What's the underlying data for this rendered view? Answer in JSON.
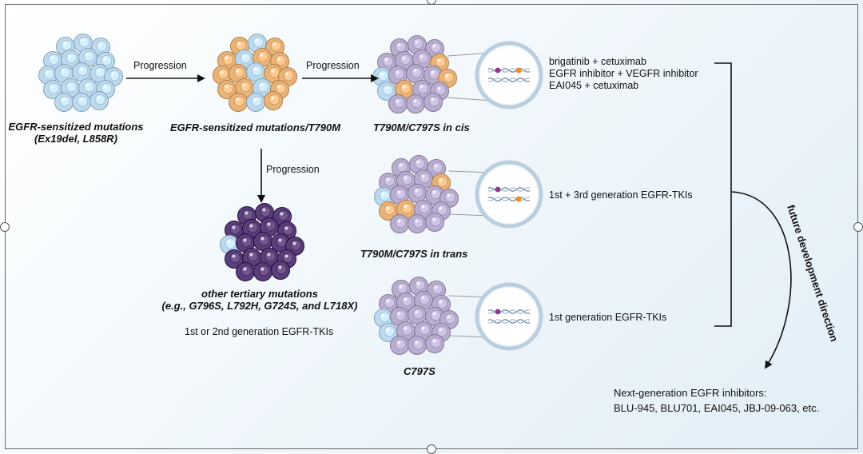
{
  "arrows": {
    "progression_1": "Progression",
    "progression_2": "Progression",
    "progression_down": "Progression"
  },
  "stages": {
    "sensitized": {
      "line1": "EGFR-sensitized mutations",
      "line2": "(Ex19del, L858R)"
    },
    "t790m": {
      "label": "EGFR-sensitized mutations/T790M"
    },
    "cis": {
      "label": "T790M/C797S in cis"
    },
    "trans": {
      "label": "T790M/C797S in trans"
    },
    "c797s": {
      "label": "C797S"
    },
    "other": {
      "line1": "other tertiary mutations",
      "line2": "(e.g., G796S, L792H, G724S, and L718X)",
      "treatment": "1st or 2nd generation EGFR-TKIs"
    }
  },
  "treatments": {
    "cis": [
      "brigatinib + cetuximab",
      "EGFR inhibitor + VEGFR inhibitor",
      "EAI045 + cetuximab"
    ],
    "trans": "1st + 3rd generation EGFR-TKIs",
    "c797s": "1st generation EGFR-TKIs"
  },
  "future": {
    "direction": "future development direction",
    "next_line1": "Next-generation EGFR inhibitors:",
    "next_line2": "BLU-945, BLU701, EAI045, JBJ-09-063, etc."
  },
  "colors": {
    "blue_cell": "#bcd9ee",
    "orange_cell": "#e9b47a",
    "lilac_cell": "#b9aecf",
    "dark_cell": "#5a3f78",
    "dna_purple": "#8e3a8e",
    "dna_orange": "#f08a1c"
  }
}
